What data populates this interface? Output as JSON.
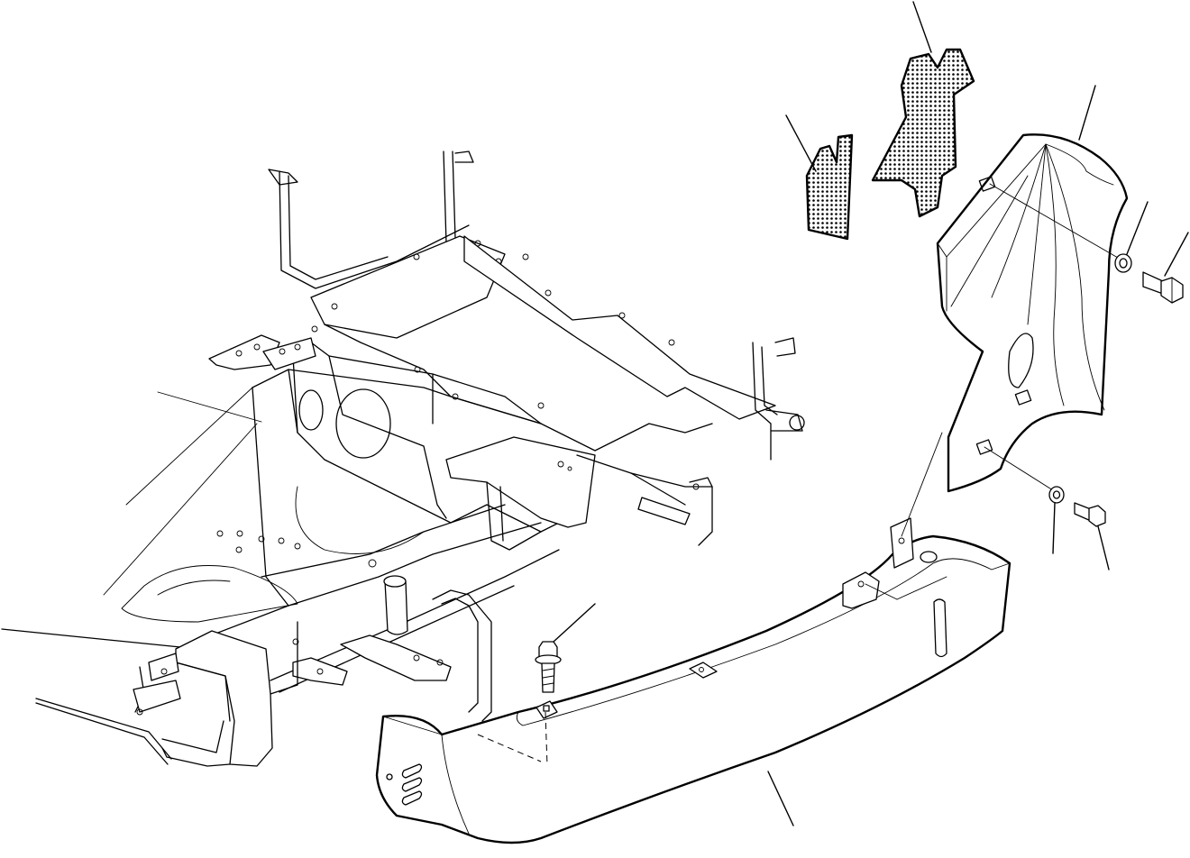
{
  "diagram": {
    "colors": {
      "line": "#000000",
      "background": "#ffffff",
      "dot_fill": "#000000"
    },
    "parts": [
      {
        "name": "frame-assembly",
        "icon": "revolving-frame"
      },
      {
        "name": "counterweight-cover",
        "icon": "bumper-cover"
      },
      {
        "name": "side-cover",
        "icon": "curved-panel"
      },
      {
        "name": "insulation-pad-large",
        "icon": "dotted-pad"
      },
      {
        "name": "insulation-pad-small",
        "icon": "dotted-pad"
      },
      {
        "name": "bolt-upper",
        "icon": "bolt"
      },
      {
        "name": "washer-upper",
        "icon": "washer"
      },
      {
        "name": "bolt-lower",
        "icon": "bolt"
      },
      {
        "name": "washer-lower",
        "icon": "washer"
      },
      {
        "name": "flange-bolt",
        "icon": "bolt"
      }
    ]
  }
}
